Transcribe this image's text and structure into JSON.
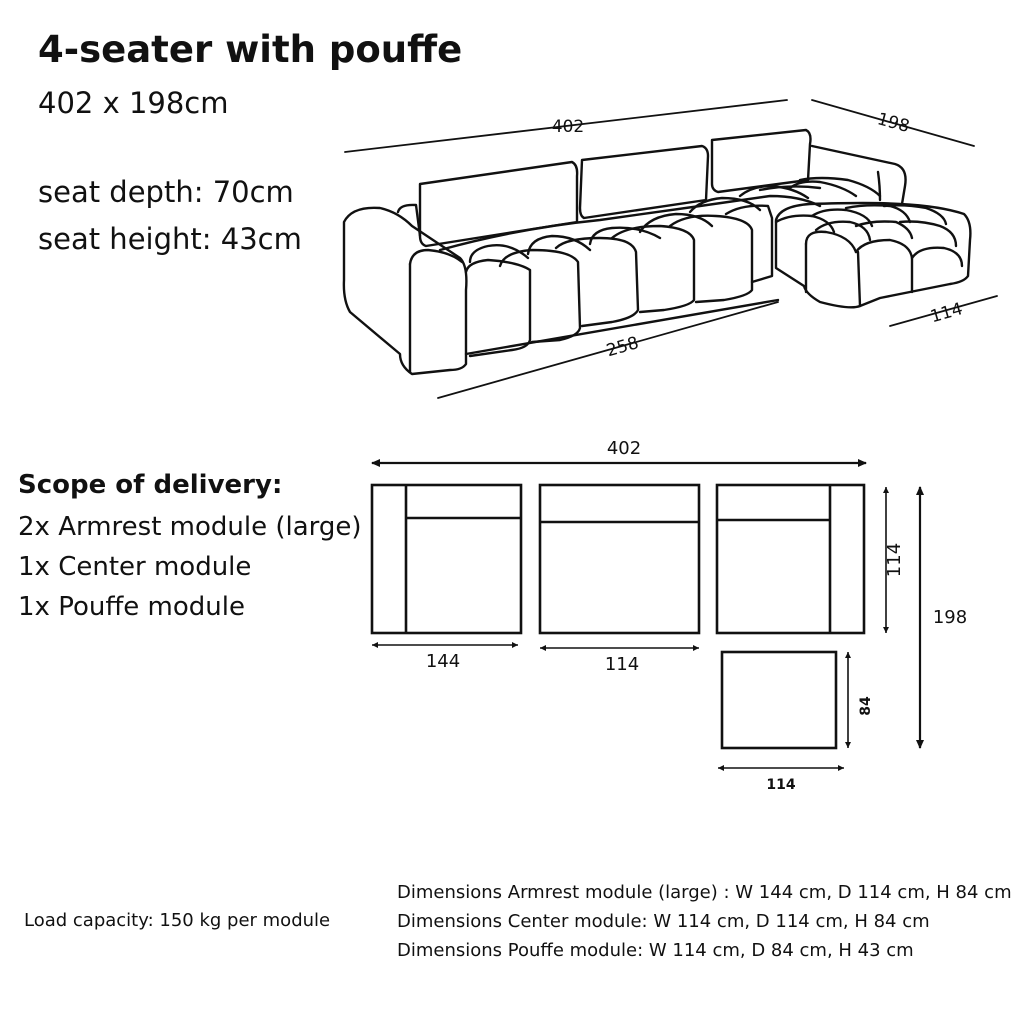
{
  "header": {
    "title": "4-seater with pouffe",
    "overall": "402 x 198cm"
  },
  "specs": {
    "seat_depth": "seat depth: 70cm",
    "seat_height": "seat height: 43cm"
  },
  "sketch_dims": {
    "width": "402",
    "depth": "198",
    "main": "258",
    "pouffe": "114"
  },
  "scope": {
    "title": "Scope of delivery:",
    "items": [
      "2x Armrest module (large)",
      "1x Center module",
      "1x Pouffe module"
    ]
  },
  "plan_dims": {
    "total_width": "402",
    "armrest_width": "144",
    "center_width": "114",
    "module_depth": "114",
    "total_depth": "198",
    "pouffe_depth": "84",
    "pouffe_width": "114"
  },
  "footer": {
    "load": "Load capacity: 150 kg per module",
    "dims": [
      "Dimensions Armrest module (large) : W 144 cm, D 114 cm, H 84 cm",
      "Dimensions Center module: W 114 cm, D 114 cm, H 84 cm",
      "Dimensions Pouffe module: W 114 cm, D 84 cm, H 43 cm"
    ]
  }
}
